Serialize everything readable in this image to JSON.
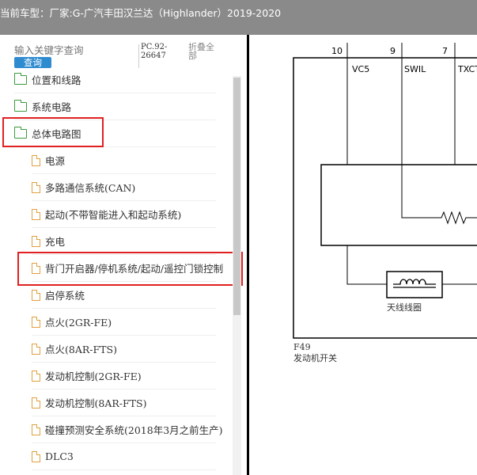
{
  "header": {
    "vehicle_label": "当前车型：",
    "vehicle_value": "厂家:G-广汽丰田汉兰达（Highlander）2019-2020"
  },
  "search": {
    "placeholder": "输入关键字查询",
    "button_label": "查询",
    "pc_code": "PC.92-26647",
    "fold_all": "折叠全部"
  },
  "tree": {
    "folders": [
      {
        "label": "位置和线路"
      },
      {
        "label": "系统电路"
      },
      {
        "label": "总体电路图"
      }
    ],
    "children": [
      {
        "label": "电源"
      },
      {
        "label": "多路通信系统(CAN)"
      },
      {
        "label": "起动(不带智能进入和起动系统)"
      },
      {
        "label": "充电"
      },
      {
        "label": "背门开启器/停机系统/起动/遥控门锁控制"
      },
      {
        "label": "启停系统"
      },
      {
        "label": "点火(2GR-FE)"
      },
      {
        "label": "点火(8AR-FTS)"
      },
      {
        "label": "发动机控制(2GR-FE)"
      },
      {
        "label": "发动机控制(8AR-FTS)"
      },
      {
        "label": "碰撞预测安全系统(2018年3月之前生产)"
      },
      {
        "label": "DLC3"
      }
    ]
  },
  "diagram": {
    "pins": [
      "10",
      "9",
      "7"
    ],
    "signals": [
      "VC5",
      "SWIL",
      "TXCT"
    ],
    "coil_label": "天线线圈",
    "connector_code": "F49",
    "component_name": "发动机开关"
  }
}
